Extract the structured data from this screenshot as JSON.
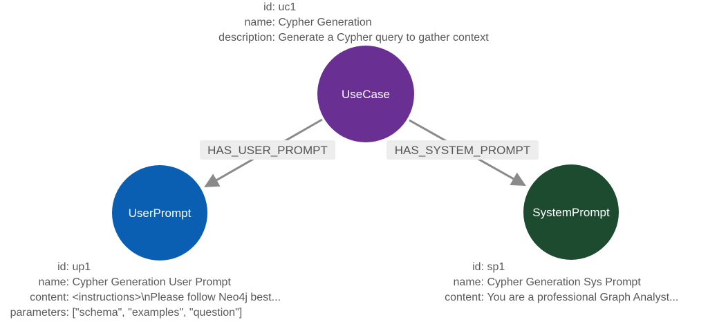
{
  "nodes": {
    "usecase": {
      "label": "UseCase",
      "color": "#6a2f93",
      "properties": [
        {
          "key": "id:",
          "value": "uc1"
        },
        {
          "key": "name:",
          "value": "Cypher Generation"
        },
        {
          "key": "description:",
          "value": "Generate a Cypher query to gather context"
        }
      ]
    },
    "userprompt": {
      "label": "UserPrompt",
      "color": "#0b5fb3",
      "properties": [
        {
          "key": "id:",
          "value": "up1"
        },
        {
          "key": "name:",
          "value": "Cypher Generation User Prompt"
        },
        {
          "key": "content:",
          "value": "<instructions>\\nPlease follow Neo4j best..."
        },
        {
          "key": "parameters:",
          "value": "[\"schema\", \"examples\", \"question\"]"
        }
      ]
    },
    "systemprompt": {
      "label": "SystemPrompt",
      "color": "#1c4b30",
      "properties": [
        {
          "key": "id:",
          "value": "sp1"
        },
        {
          "key": "name:",
          "value": "Cypher Generation Sys Prompt"
        },
        {
          "key": "content:",
          "value": "You are a professional Graph Analyst..."
        }
      ]
    }
  },
  "edges": {
    "user": {
      "label": "HAS_USER_PROMPT"
    },
    "system": {
      "label": "HAS_SYSTEM_PROMPT"
    }
  },
  "colors": {
    "edge": "#8a8a8a",
    "edge_label_bg": "#ededed",
    "edge_label_text": "#555555",
    "property_text": "#5a5a5a",
    "node_text": "#ffffff"
  }
}
